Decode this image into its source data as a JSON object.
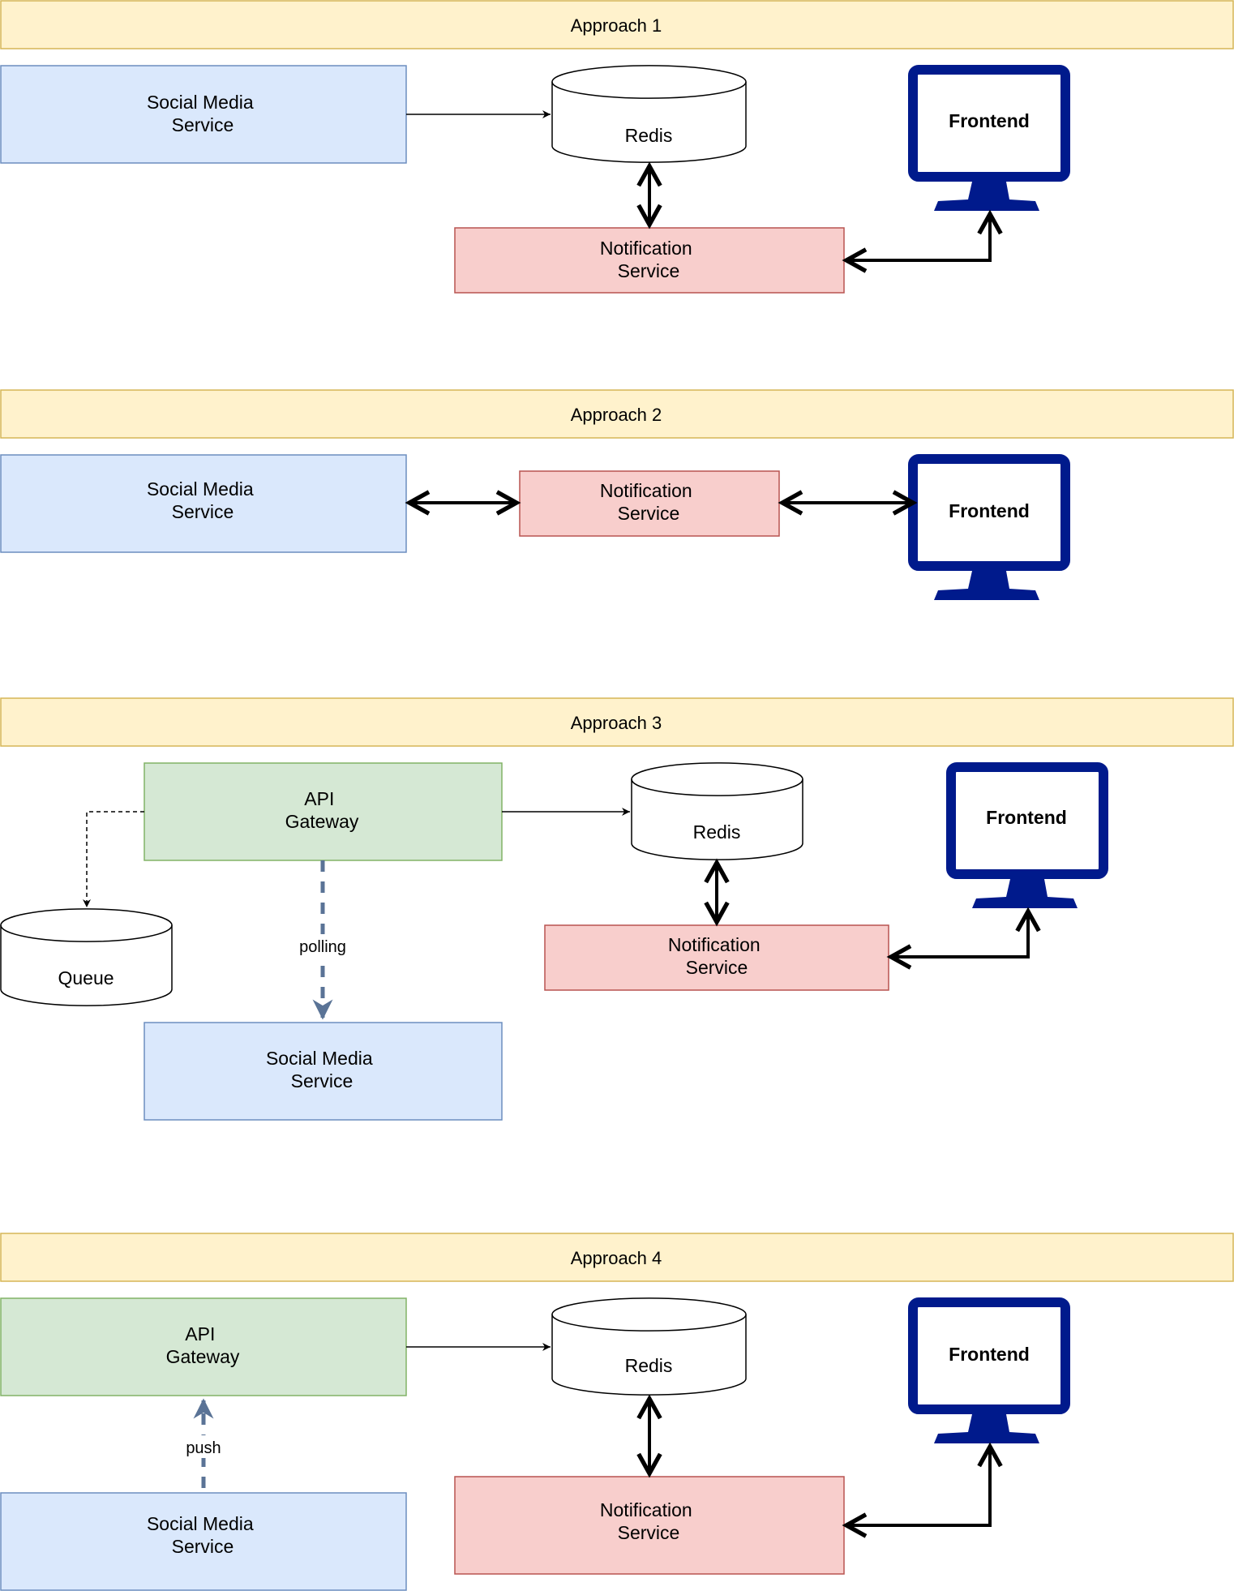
{
  "colors": {
    "header_fill": "#fff2cc",
    "header_stroke": "#d6b656",
    "social_fill": "#dae8fc",
    "social_stroke": "#6c8ebf",
    "notif_fill": "#f8cecc",
    "notif_stroke": "#b85450",
    "gateway_fill": "#d5e8d4",
    "gateway_stroke": "#82b366",
    "monitor": "#001a8c",
    "dashed_arrow": "#5a7396"
  },
  "approach1": {
    "header": "Approach 1",
    "social_media": [
      "Social Media",
      "Service"
    ],
    "redis": "Redis",
    "notification": [
      "Notification",
      "Service"
    ],
    "frontend": "Frontend"
  },
  "approach2": {
    "header": "Approach 2",
    "social_media": [
      "Social Media",
      "Service"
    ],
    "notification": [
      "Notification",
      "Service"
    ],
    "frontend": "Frontend"
  },
  "approach3": {
    "header": "Approach 3",
    "api_gateway": [
      "API",
      "Gateway"
    ],
    "redis": "Redis",
    "frontend": "Frontend",
    "queue": "Queue",
    "polling_label": "polling",
    "notification": [
      "Notification",
      "Service"
    ],
    "social_media": [
      "Social Media",
      "Service"
    ]
  },
  "approach4": {
    "header": "Approach 4",
    "api_gateway": [
      "API",
      "Gateway"
    ],
    "redis": "Redis",
    "frontend": "Frontend",
    "push_label": "push",
    "social_media": [
      "Social Media",
      "Service"
    ],
    "notification": [
      "Notification",
      "Service"
    ]
  }
}
